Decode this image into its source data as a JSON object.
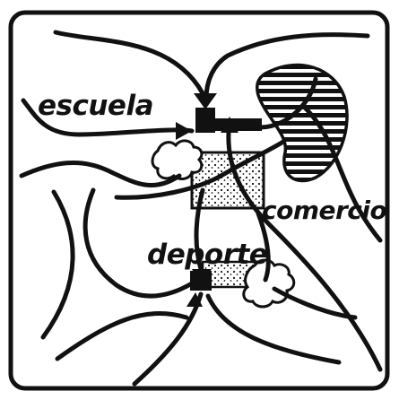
{
  "labels": {
    "school": "escuela",
    "commerce": "comercio",
    "sport": "deporte"
  },
  "colors": {
    "ink": "#111111",
    "paper": "#ffffff"
  }
}
